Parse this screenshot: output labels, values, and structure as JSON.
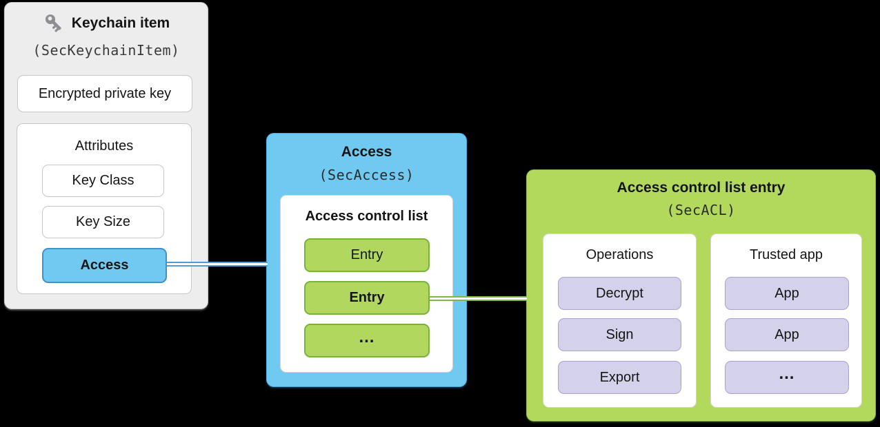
{
  "colors": {
    "background": "#000000",
    "panel_gray": "#EDEDEE",
    "blue_fill": "#70C9F0",
    "blue_border": "#3E92C5",
    "connector_blue": "#4A9ED8",
    "green_panel_fill": "#B2D95C",
    "green_entry_fill": "#B2D75F",
    "green_border": "#77B33C",
    "connector_green": "#7CB942",
    "purple_fill": "#D3D2EA",
    "purple_border": "#A9A0D3",
    "key_icon_gray": "#8E8E93"
  },
  "icons": {
    "key_icon": "key"
  },
  "keychain_panel": {
    "title": "Keychain item",
    "subtitle": "(SecKeychainItem)",
    "encrypted_private_key": "Encrypted private key",
    "attributes": {
      "title": "Attributes",
      "items": [
        "Key Class",
        "Key Size",
        "Access"
      ]
    }
  },
  "access_panel": {
    "title": "Access",
    "subtitle": "(SecAccess)",
    "access_control_list": {
      "title": "Access control list",
      "entries": [
        "Entry",
        "Entry",
        "…"
      ]
    }
  },
  "acl_entry_panel": {
    "title": "Access control list entry",
    "subtitle": "(SecACL)",
    "operations": {
      "title": "Operations",
      "items": [
        "Decrypt",
        "Sign",
        "Export"
      ]
    },
    "trusted_app": {
      "title": "Trusted app",
      "items": [
        "App",
        "App",
        "…"
      ]
    }
  }
}
